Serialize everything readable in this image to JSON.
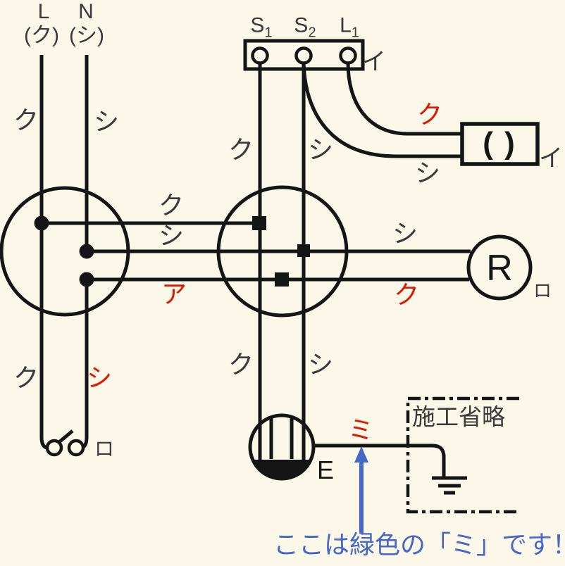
{
  "colors": {
    "background": "#FCF8E9",
    "line": "#151515",
    "label": "#3a3a3a",
    "highlight_red": "#E01800",
    "annotation_blue": "#4667C8"
  },
  "power_source": {
    "live_terminal": "L",
    "live_wire_color": "(ク)",
    "neutral_terminal": "N",
    "neutral_wire_color": "(シ)",
    "live_drop_label": "ク",
    "neutral_drop_label": "シ"
  },
  "auto_switch": {
    "terminal_s1_base": "S",
    "terminal_s1_sub": "1",
    "terminal_s2_base": "S",
    "terminal_s2_sub": "2",
    "terminal_l1_base": "L",
    "terminal_l1_sub": "1",
    "circuit_label": "イ",
    "drop_left_label": "ク",
    "drop_right_label": "シ"
  },
  "lamp_i": {
    "symbol": "( )",
    "circuit_label": "イ",
    "wire_top_label": "ク",
    "wire_bottom_label": "シ"
  },
  "left_cable": {
    "black_label": "ク",
    "white_label": "シ",
    "red_label": "ア"
  },
  "right_cable": {
    "white_label": "シ",
    "black_label": "ク"
  },
  "rose_drop": {
    "black_label": "ク",
    "white_label": "シ"
  },
  "switch_ro": {
    "device_label": "ロ",
    "black_label": "ク",
    "white_label": "シ"
  },
  "receptacle": {
    "symbol": "R",
    "circuit_label": "ロ"
  },
  "ceiling_rose": {
    "label": "E"
  },
  "earth": {
    "wire_label": "ミ",
    "omitted_text": "施工省略"
  },
  "annotation": {
    "text": "ここは緑色の「ミ」です！"
  }
}
